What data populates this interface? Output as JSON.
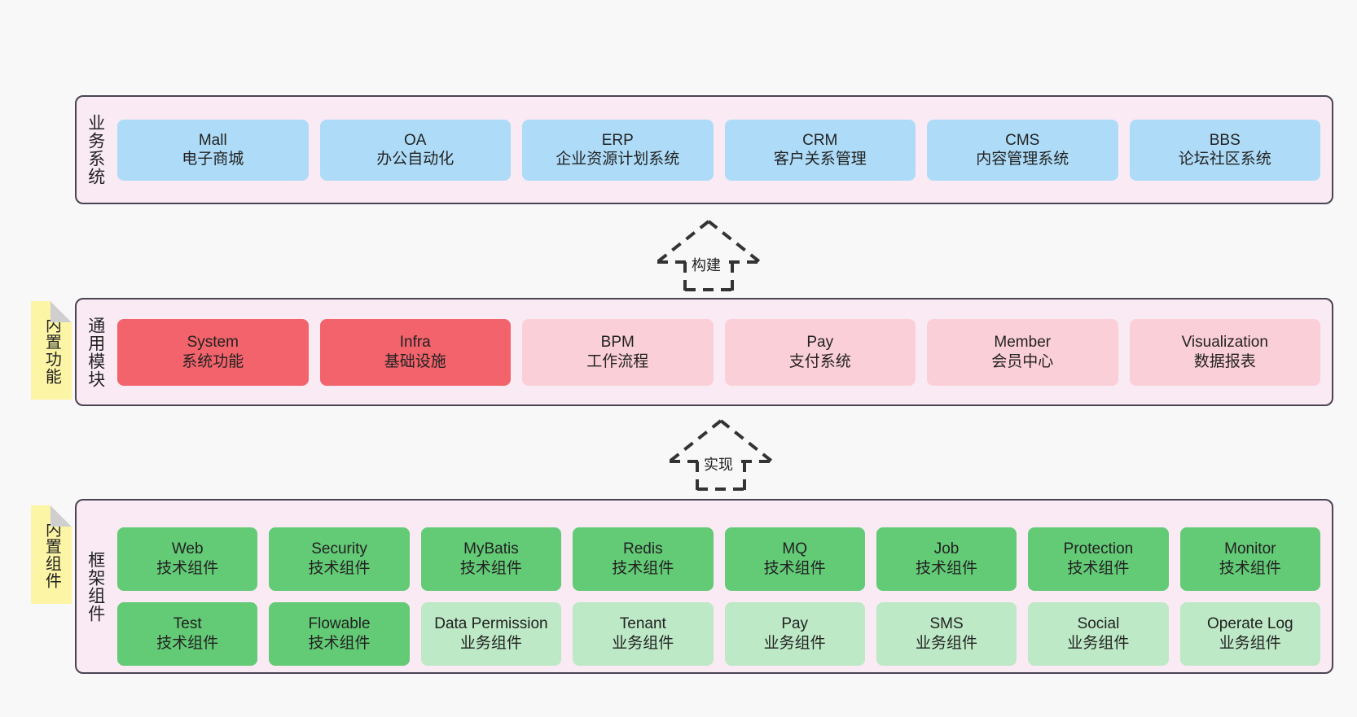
{
  "diagram": {
    "background_color": "#f8f8f8",
    "panel_color": "#f9eaf4",
    "panel_border_color": "#4b4453",
    "note_color": "#fbf5a5"
  },
  "layers": [
    {
      "id": "business-system",
      "title": "业务系统",
      "note": null,
      "rows": [
        {
          "cards": [
            {
              "en": "Mall",
              "cn": "电子商城",
              "color": "#aedcf8",
              "fill": "fill-blue"
            },
            {
              "en": "OA",
              "cn": "办公自动化",
              "color": "#aedcf8",
              "fill": "fill-blue"
            },
            {
              "en": "ERP",
              "cn": "企业资源计划系统",
              "color": "#aedcf8",
              "fill": "fill-blue"
            },
            {
              "en": "CRM",
              "cn": "客户关系管理",
              "color": "#aedcf8",
              "fill": "fill-blue"
            },
            {
              "en": "CMS",
              "cn": "内容管理系统",
              "color": "#aedcf8",
              "fill": "fill-blue"
            },
            {
              "en": "BBS",
              "cn": "论坛社区系统",
              "color": "#aedcf8",
              "fill": "fill-blue"
            }
          ]
        }
      ]
    },
    {
      "id": "common-module",
      "title": "通用模块",
      "note": "内置功能",
      "rows": [
        {
          "cards": [
            {
              "en": "System",
              "cn": "系统功能",
              "color": "#f2636b",
              "fill": "fill-red"
            },
            {
              "en": "Infra",
              "cn": "基础设施",
              "color": "#f2636b",
              "fill": "fill-red"
            },
            {
              "en": "BPM",
              "cn": "工作流程",
              "color": "#fbcfd7",
              "fill": "fill-pink"
            },
            {
              "en": "Pay",
              "cn": "支付系统",
              "color": "#fbcfd7",
              "fill": "fill-pink"
            },
            {
              "en": "Member",
              "cn": "会员中心",
              "color": "#fbcfd7",
              "fill": "fill-pink"
            },
            {
              "en": "Visualization",
              "cn": "数据报表",
              "color": "#fbcfd7",
              "fill": "fill-pink"
            }
          ]
        }
      ]
    },
    {
      "id": "framework-component",
      "title": "框架组件",
      "note": "内置组件",
      "rows": [
        {
          "cards": [
            {
              "en": "Web",
              "cn": "技术组件",
              "color": "#63ca76",
              "fill": "fill-green"
            },
            {
              "en": "Security",
              "cn": "技术组件",
              "color": "#63ca76",
              "fill": "fill-green"
            },
            {
              "en": "MyBatis",
              "cn": "技术组件",
              "color": "#63ca76",
              "fill": "fill-green"
            },
            {
              "en": "Redis",
              "cn": "技术组件",
              "color": "#63ca76",
              "fill": "fill-green"
            },
            {
              "en": "MQ",
              "cn": "技术组件",
              "color": "#63ca76",
              "fill": "fill-green"
            },
            {
              "en": "Job",
              "cn": "技术组件",
              "color": "#63ca76",
              "fill": "fill-green"
            },
            {
              "en": "Protection",
              "cn": "技术组件",
              "color": "#63ca76",
              "fill": "fill-green"
            },
            {
              "en": "Monitor",
              "cn": "技术组件",
              "color": "#63ca76",
              "fill": "fill-green"
            }
          ]
        },
        {
          "cards": [
            {
              "en": "Test",
              "cn": "技术组件",
              "color": "#63ca76",
              "fill": "fill-green"
            },
            {
              "en": "Flowable",
              "cn": "技术组件",
              "color": "#63ca76",
              "fill": "fill-green"
            },
            {
              "en": "Data Permission",
              "cn": "业务组件",
              "color": "#bde9c6",
              "fill": "fill-mint"
            },
            {
              "en": "Tenant",
              "cn": "业务组件",
              "color": "#bde9c6",
              "fill": "fill-mint"
            },
            {
              "en": "Pay",
              "cn": "业务组件",
              "color": "#bde9c6",
              "fill": "fill-mint"
            },
            {
              "en": "SMS",
              "cn": "业务组件",
              "color": "#bde9c6",
              "fill": "fill-mint"
            },
            {
              "en": "Social",
              "cn": "业务组件",
              "color": "#bde9c6",
              "fill": "fill-mint"
            },
            {
              "en": "Operate Log",
              "cn": "业务组件",
              "color": "#bde9c6",
              "fill": "fill-mint"
            }
          ]
        }
      ]
    }
  ],
  "connectors": [
    {
      "id": "build",
      "label": "构建"
    },
    {
      "id": "implement",
      "label": "实现"
    }
  ]
}
